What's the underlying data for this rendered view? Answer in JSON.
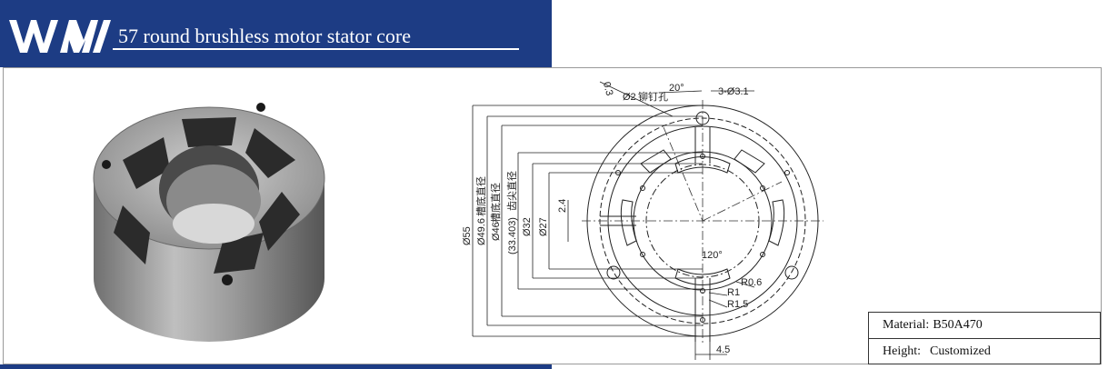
{
  "header": {
    "logo_text": "WM",
    "title": "57 round brushless motor stator core"
  },
  "drawing": {
    "labels": {
      "angle": "20°",
      "holes": "3-Ø3.1",
      "dia_small": "Ø2",
      "dia_small_note": "铆钉孔",
      "offset": "0.3",
      "outer_dia": "Ø55",
      "dia_496": "Ø49.6",
      "dia_496_note": "槽底直径",
      "dia_46": "Ø46",
      "dia_46_note": "槽底直径",
      "dia_33": "(33.403)",
      "dia_33_note": "齿尖直径",
      "dia_32": "Ø32",
      "dia_27": "Ø27",
      "slot_width": "2.4",
      "angle_120": "120°",
      "r06": "R0.6",
      "r1": "R1",
      "r15": "R1.5",
      "tooth_width": "4.5"
    }
  },
  "specs": {
    "material_label": "Material:",
    "material_value": "B50A470",
    "height_label": "Height:",
    "height_value": "Customized"
  }
}
